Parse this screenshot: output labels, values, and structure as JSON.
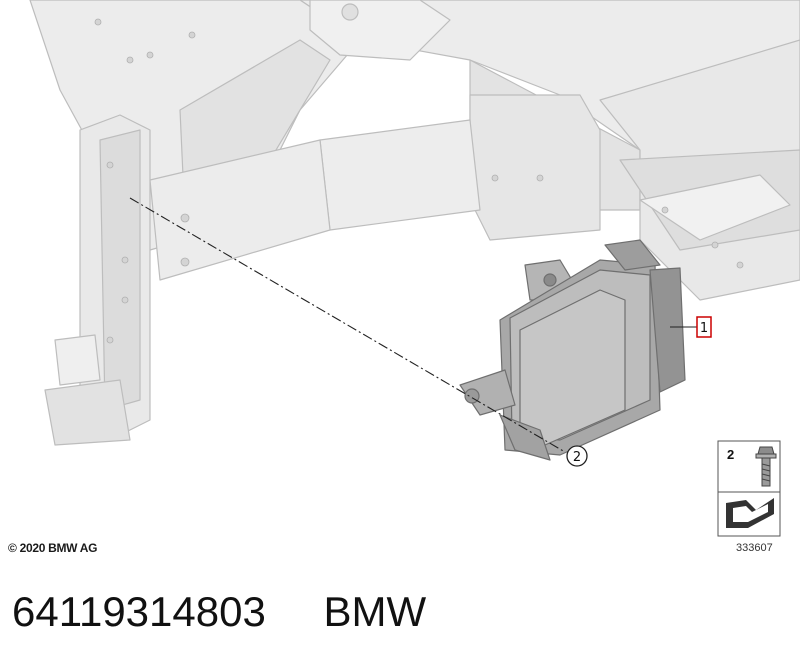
{
  "callouts": [
    {
      "label": "1"
    },
    {
      "label": "2"
    }
  ],
  "legend": {
    "item_label": "2",
    "ref_number": "333607"
  },
  "copyright": "© 2020 BMW AG",
  "footer": {
    "part_number": "64119314803",
    "brand": "BMW"
  },
  "colors": {
    "frame_fill": "#ececec",
    "frame_stroke": "#b8b8b8",
    "module_fill": "#a9a9a9",
    "callout_highlight": "#cc0000"
  }
}
